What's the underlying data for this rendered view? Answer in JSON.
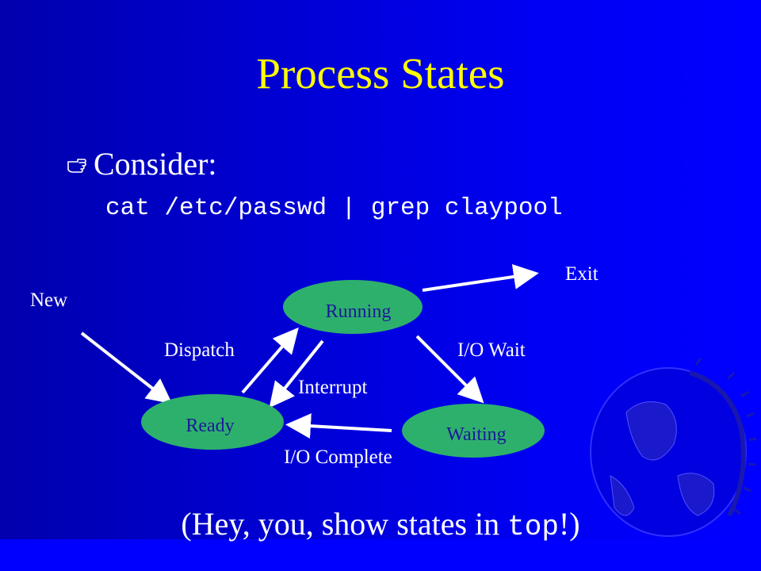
{
  "slide": {
    "title": "Process States",
    "bullet": "Consider:",
    "bullet_icon": "pointing-hand-icon",
    "command": "cat /etc/passwd | grep claypool",
    "footer_prefix": "(Hey, you, show states in ",
    "footer_code": "top",
    "footer_suffix": "!)"
  },
  "diagram": {
    "states": {
      "running": "Running",
      "ready": "Ready",
      "waiting": "Waiting"
    },
    "labels": {
      "new": "New",
      "exit": "Exit",
      "dispatch": "Dispatch",
      "interrupt": "Interrupt",
      "io_wait": "I/O Wait",
      "io_complete": "I/O Complete"
    }
  },
  "colors": {
    "title": "#ffff00",
    "text": "#ffffff",
    "node_fill": "#2eb06d",
    "node_text": "#1a1a99",
    "background": "#0000d6"
  },
  "decorations": {
    "globe": "globe-icon"
  }
}
